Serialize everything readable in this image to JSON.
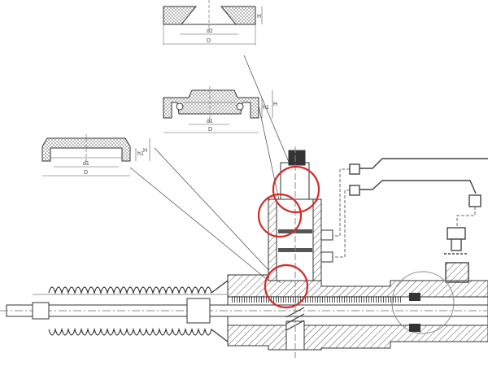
{
  "seals": [
    {
      "name": "top-seal",
      "labels": {
        "inner": "d2",
        "outer": "D",
        "height": "H"
      }
    },
    {
      "name": "middle-seal",
      "labels": {
        "inner": "d1",
        "outer": "D",
        "lip_height": "h1",
        "height": "H"
      }
    },
    {
      "name": "left-seal",
      "labels": {
        "inner": "d1",
        "outer": "D",
        "lip_height": "h1",
        "height": "H"
      }
    }
  ],
  "colors": {
    "highlight_circle": "#d42a2a",
    "detail_circle": "#888888",
    "line": "#333333"
  }
}
